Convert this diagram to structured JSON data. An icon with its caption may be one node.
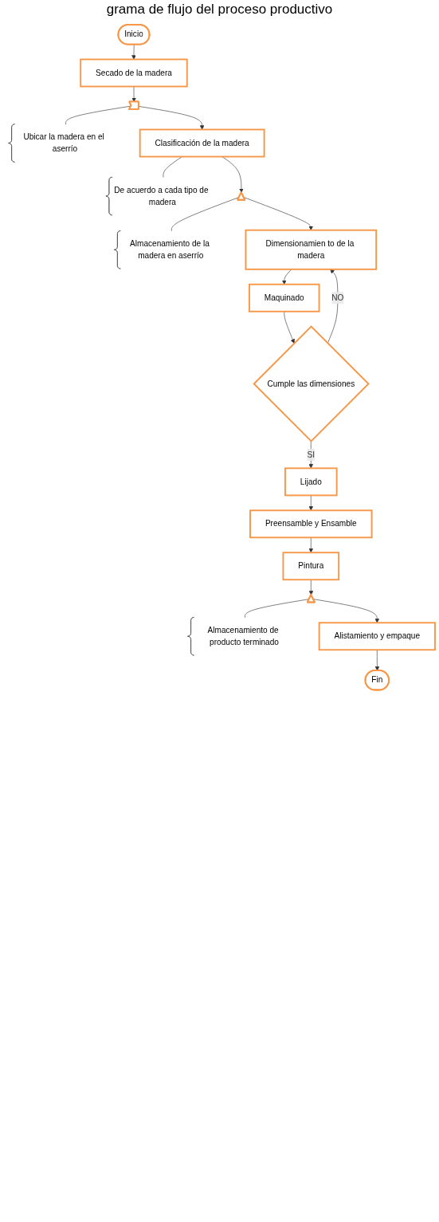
{
  "diagram": {
    "title": "grama de flujo del proceso productivo",
    "nodes": [
      {
        "text": [
          "Inicio"
        ]
      },
      {
        "text": [
          "Secado de la madera"
        ]
      },
      {
        "text": [],
        "shape": "arrow"
      },
      {
        "text": [
          "Ubicar la madera en el aserrío"
        ]
      },
      {
        "text": [
          "Clasificación de la madera"
        ]
      },
      {
        "text": [
          "De acuerdo a cada tipo de madera"
        ]
      },
      {
        "text": [],
        "shape": "triangle"
      },
      {
        "text": [
          "Almacenamiento de la madera en aserrío"
        ]
      },
      {
        "text": [
          "Dimensionamien to de la madera"
        ]
      },
      {
        "text": [
          "Maquinado"
        ]
      },
      {
        "text": [
          "Cumple las dimensiones"
        ]
      },
      {
        "text": [
          "Lijado"
        ]
      },
      {
        "text": [
          "Preensamble y Ensamble"
        ]
      },
      {
        "text": [
          "Pintura"
        ]
      },
      {
        "text": [],
        "shape": "triangle"
      },
      {
        "text": [
          "Almacenamiento de producto terminado"
        ]
      },
      {
        "text": [
          "Alistamiento y empaque"
        ]
      },
      {
        "text": [
          "Fin"
        ]
      }
    ],
    "edges": [
      {
        "from": 0,
        "to": 1,
        "arrow": "to"
      },
      {
        "from": 1,
        "to": 2,
        "arrow": "to"
      },
      {
        "from": 2,
        "to": 3,
        "arrow": "none"
      },
      {
        "from": 2,
        "to": 4,
        "arrow": "to"
      },
      {
        "from": 4,
        "to": 5,
        "arrow": "none"
      },
      {
        "from": 4,
        "to": 6,
        "arrow": "to"
      },
      {
        "from": 6,
        "to": 7,
        "arrow": "none"
      },
      {
        "from": 6,
        "to": 8,
        "arrow": "to"
      },
      {
        "from": 8,
        "to": 9,
        "arrow": "to"
      },
      {
        "from": 9,
        "to": 10,
        "arrow": "to"
      },
      {
        "from": 10,
        "to": 8,
        "label": "NO",
        "arrow": "to"
      },
      {
        "from": 10,
        "to": 11,
        "label": "SI",
        "arrow": "to"
      },
      {
        "from": 11,
        "to": 12,
        "arrow": "to"
      },
      {
        "from": 12,
        "to": 13,
        "arrow": "to"
      },
      {
        "from": 13,
        "to": 14,
        "arrow": "to"
      },
      {
        "from": 14,
        "to": 15,
        "arrow": "none"
      },
      {
        "from": 14,
        "to": 16,
        "arrow": "to"
      },
      {
        "from": 16,
        "to": 17,
        "arrow": "to"
      }
    ]
  }
}
